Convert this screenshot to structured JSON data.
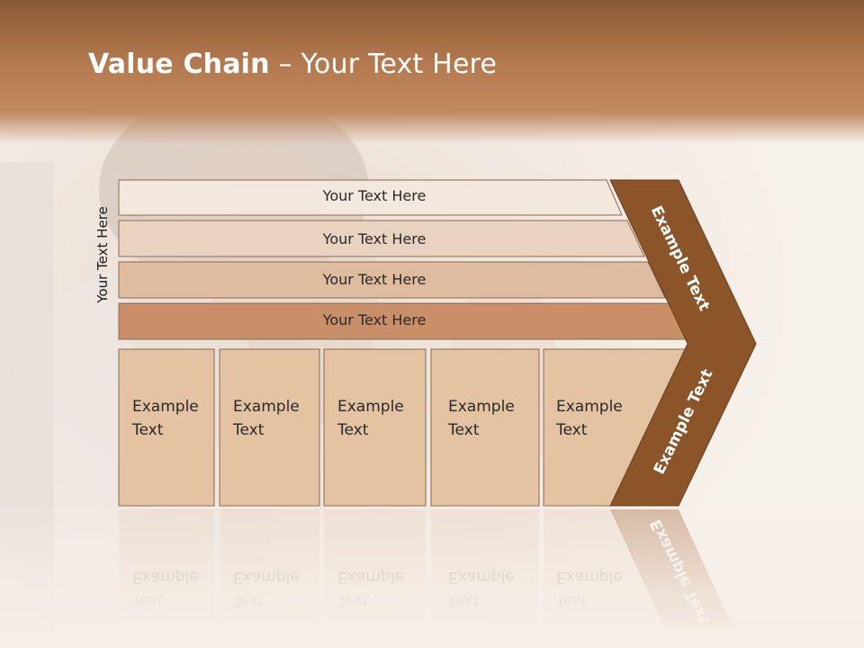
{
  "title": {
    "bold": "Value Chain",
    "rest": " – Your Text Here"
  },
  "side_label": "Your Text Here",
  "bars": [
    {
      "label": "Your Text Here",
      "fill": "#f3e8de"
    },
    {
      "label": "Your Text Here",
      "fill": "#e9d2bf"
    },
    {
      "label": "Your Text Here",
      "fill": "#dfbc9f"
    },
    {
      "label": "Your Text Here",
      "fill": "#c88f69"
    }
  ],
  "boxes": [
    {
      "line1": "Example",
      "line2": "Text"
    },
    {
      "line1": "Example",
      "line2": "Text"
    },
    {
      "line1": "Example",
      "line2": "Text"
    },
    {
      "line1": "Example",
      "line2": "Text"
    },
    {
      "line1": "Example",
      "line2": "Text"
    }
  ],
  "chevron": {
    "upper_label": "Example Text",
    "lower_label": "Example Text",
    "fill": "#8b5529"
  },
  "colors": {
    "header": "#b47a4f",
    "box_fill": "#e3c3a2",
    "bar_border": "#8a6a50"
  }
}
